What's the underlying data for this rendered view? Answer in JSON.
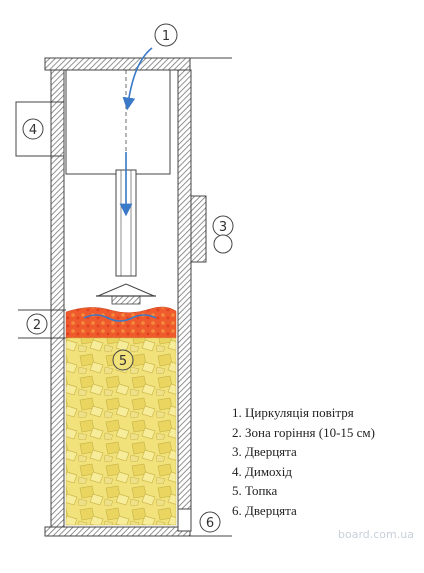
{
  "markers": [
    "1",
    "2",
    "3",
    "4",
    "5",
    "6"
  ],
  "legend": [
    "1. Циркуляція повітря",
    "2. Зона горіння (10-15 см)",
    "3. Дверцята",
    "4. Димохід",
    "5. Топка",
    "6. Дверцята"
  ],
  "watermark": "board.com.ua",
  "colors": {
    "wall_hatch": "#8a8a8a",
    "fuel_fill": "#f0e27a",
    "combustion_fill": "#ef5a2a",
    "air_arrow": "#3a78c8",
    "line": "#444444"
  }
}
